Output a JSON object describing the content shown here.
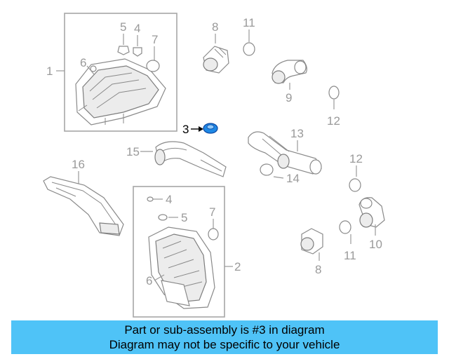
{
  "diagram": {
    "callouts": {
      "c1": "1",
      "c2": "2",
      "c3": "3",
      "c4a": "4",
      "c4b": "4",
      "c5a": "5",
      "c5b": "5",
      "c6a": "6",
      "c6b": "6",
      "c7a": "7",
      "c7b": "7",
      "c8a": "8",
      "c8b": "8",
      "c9": "9",
      "c10": "10",
      "c11a": "11",
      "c11b": "11",
      "c12a": "12",
      "c12b": "12",
      "c13": "13",
      "c14": "14",
      "c15": "15",
      "c16": "16"
    },
    "highlight_color": "#1e88e5"
  },
  "banner": {
    "line1": "Part or sub-assembly is #3 in diagram",
    "line2": "Diagram may not be specific to your vehicle",
    "color": "#4fc3f7"
  }
}
